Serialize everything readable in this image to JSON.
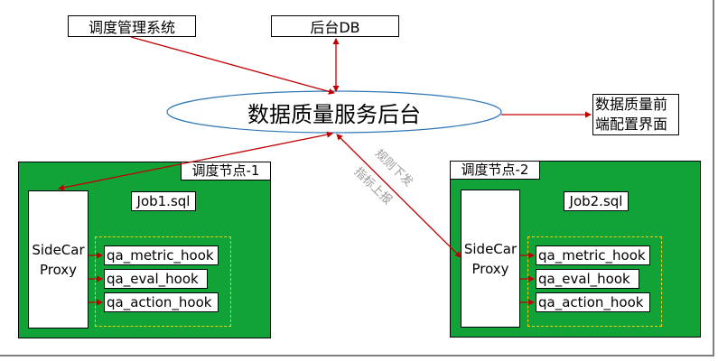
{
  "top": {
    "scheduler_system": "调度管理系统",
    "backend_db": "后台DB"
  },
  "service": {
    "title": "数据质量服务后台"
  },
  "frontend": {
    "line1": "数据质量前",
    "line2": "端配置界面"
  },
  "arrow_labels": {
    "rule_dispatch": "规则下发",
    "metric_report": "指标上报"
  },
  "nodes": [
    {
      "label": "调度节点-1",
      "job": "Job1.sql",
      "proxy_line1": "SideCar",
      "proxy_line2": "Proxy",
      "hooks": [
        "qa_metric_hook",
        "qa_eval_hook",
        "qa_action_hook"
      ]
    },
    {
      "label": "调度节点-2",
      "job": "Job2.sql",
      "proxy_line1": "SideCar",
      "proxy_line2": "Proxy",
      "hooks": [
        "qa_metric_hook",
        "qa_eval_hook",
        "qa_action_hook"
      ]
    }
  ],
  "colors": {
    "node_background": "#12a338",
    "arrow": "#c00000",
    "ellipse_stroke": "#2e75b6",
    "dashed_group": "#f5d000"
  }
}
